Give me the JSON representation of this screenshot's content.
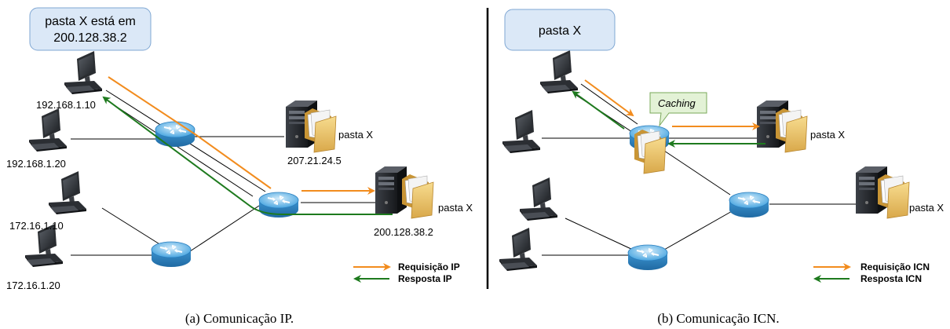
{
  "left": {
    "bubble_line1": "pasta X está em",
    "bubble_line2": "200.128.38.2",
    "pc1_ip": "192.168.1.10",
    "pc2_ip": "192.168.1.20",
    "pc3_ip": "172.16.1.10",
    "pc4_ip": "172.16.1.20",
    "server1_ip": "207.21.24.5",
    "server2_ip": "200.128.38.2",
    "server1_folder": "pasta X",
    "server2_folder": "pasta X",
    "legend_request": "Requisição IP",
    "legend_response": "Resposta IP",
    "caption": "(a) Comunicação IP."
  },
  "right": {
    "bubble": "pasta X",
    "caching": "Caching",
    "server1_folder": "pasta X",
    "server2_folder": "pasta X",
    "legend_request": "Requisição ICN",
    "legend_response": "Resposta ICN",
    "caption": "(b) Comunicação ICN."
  },
  "colors": {
    "request": "#f28c1e",
    "response": "#1e7a1e",
    "bubble_fill": "#dbe8f7",
    "caching_fill": "#e3f2d6",
    "router": "#3a9ad9"
  }
}
